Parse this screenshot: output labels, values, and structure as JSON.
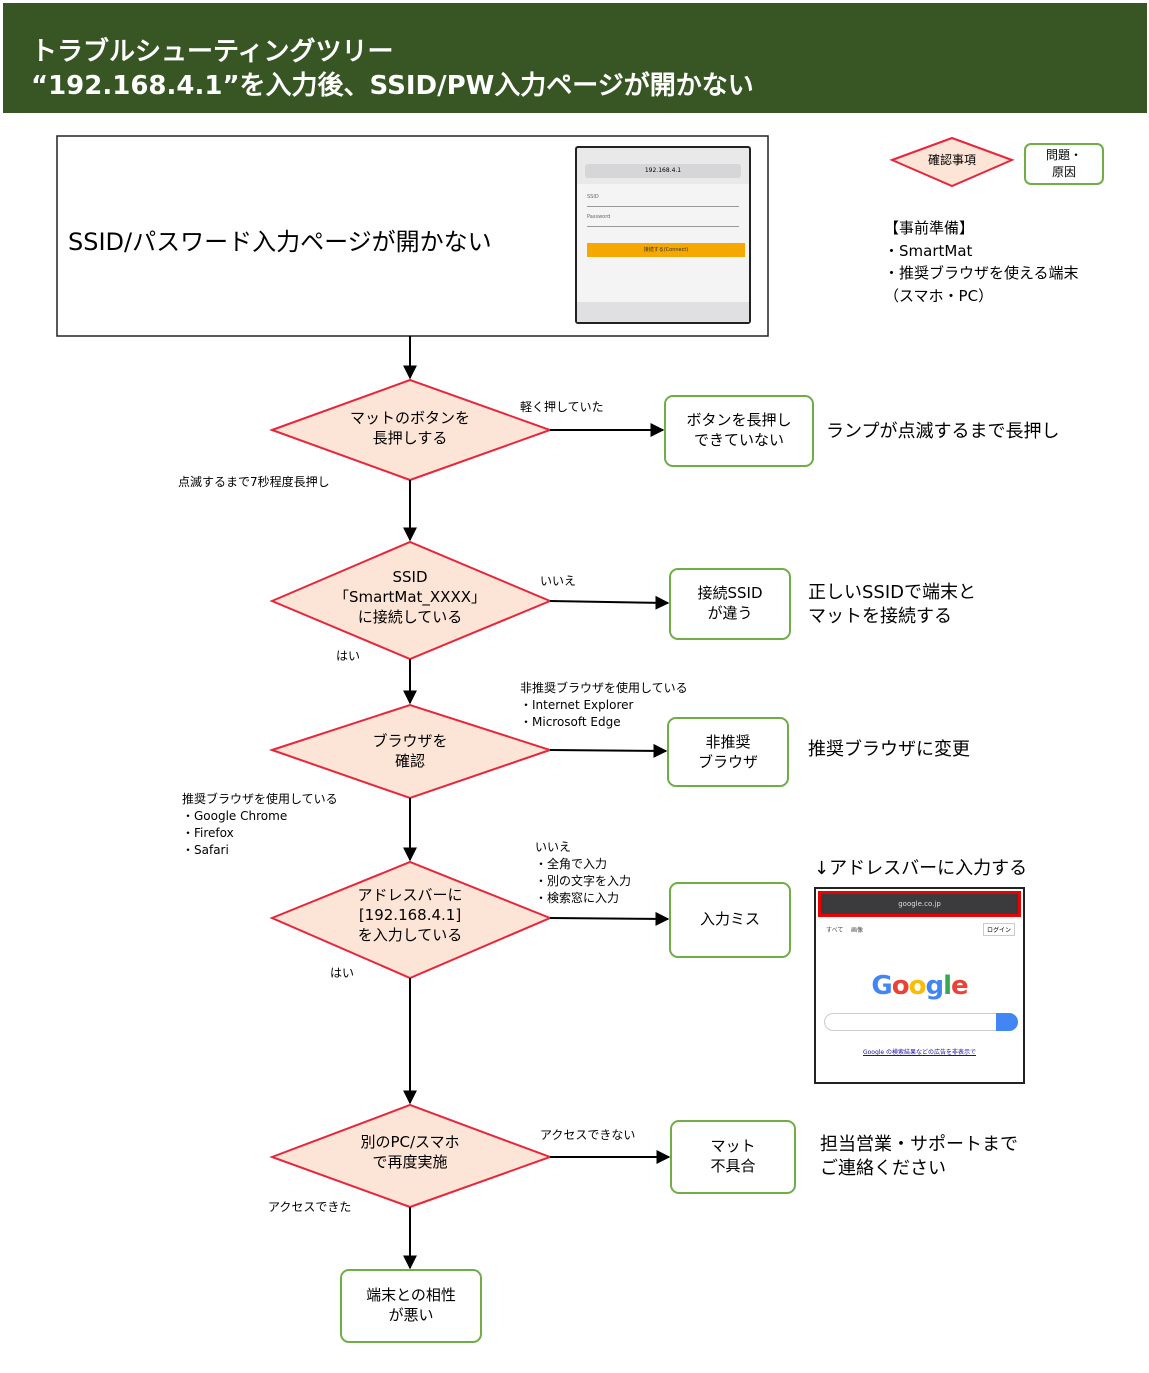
{
  "header": {
    "title_line1": "トラブルシューティングツリー",
    "title_line2": "“192.168.4.1”を入力後、SSID/PW入力ページが開かない"
  },
  "colors": {
    "header_bg": "#375623",
    "decision_fill": "#FCE4D6",
    "decision_stroke": "#E8253B",
    "cause_stroke": "#70AD47",
    "arrow": "#000000"
  },
  "legend": {
    "decision": "確認事項",
    "cause_line1": "問題・",
    "cause_line2": "原因"
  },
  "preparation": {
    "title": "【事前準備】",
    "items": [
      "・SmartMat",
      "・推奨ブラウザを使える端末",
      "（スマホ・PC）"
    ]
  },
  "start": {
    "label": "SSID/パスワード入力ページが開かない",
    "phone": {
      "url": "192.168.4.1",
      "ssid_label": "SSID",
      "password_label": "Password",
      "button": "接続する(Connect)"
    }
  },
  "steps": [
    {
      "decision": [
        "マットのボタンを",
        "長押しする"
      ],
      "no_label": [
        "軽く押していた"
      ],
      "cause": [
        "ボタンを長押し",
        "できていない"
      ],
      "remedy": [
        "ランプが点滅するまで長押し"
      ],
      "yes_label": "点滅するまで7秒程度長押し"
    },
    {
      "decision": [
        "SSID",
        "「SmartMat_XXXX」",
        "に接続している"
      ],
      "no_label": [
        "いいえ"
      ],
      "cause": [
        "接続SSID",
        "が違う"
      ],
      "remedy": [
        "正しいSSIDで端末と",
        "マットを接続する"
      ],
      "yes_label": "はい"
    },
    {
      "decision": [
        "ブラウザを",
        "確認"
      ],
      "no_label": [
        "非推奨ブラウザを使用している",
        "・Internet Explorer",
        "・Microsoft Edge"
      ],
      "cause": [
        "非推奨",
        "ブラウザ"
      ],
      "remedy": [
        "推奨ブラウザに変更"
      ],
      "yes_label_lines": [
        "推奨ブラウザを使用している",
        "・Google Chrome",
        "・Firefox",
        "・Safari"
      ]
    },
    {
      "decision": [
        "アドレスバーに",
        "[192.168.4.1]",
        "を入力している"
      ],
      "no_label": [
        "いいえ",
        "・全角で入力",
        "・別の文字を入力",
        "・検索窓に入力"
      ],
      "cause": [
        "入力ミス"
      ],
      "remedy_heading": "↓アドレスバーに入力する",
      "yes_label": "はい",
      "google": {
        "url": "google.co.jp",
        "logo": "Google",
        "tab_all": "すべて",
        "tab_images": "画像",
        "login": "ログイン",
        "link": "Google の検索結果などの広告を非表示で"
      }
    },
    {
      "decision": [
        "別のPC/スマホ",
        "で再度実施"
      ],
      "no_label": [
        "アクセスできない"
      ],
      "cause": [
        "マット",
        "不具合"
      ],
      "remedy": [
        "担当営業・サポートまで",
        "ご連絡ください"
      ],
      "yes_label": "アクセスできた"
    }
  ],
  "final": {
    "label": [
      "端末との相性",
      "が悪い"
    ]
  }
}
